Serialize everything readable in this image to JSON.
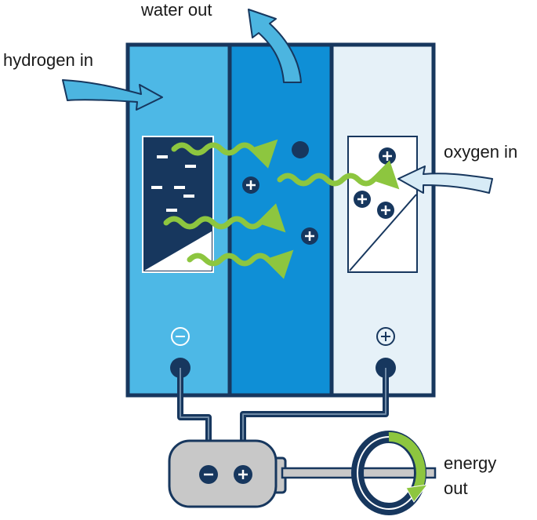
{
  "labels": {
    "hydrogen_in": "hydrogen in",
    "water_out": "water out",
    "oxygen_in": "oxygen in",
    "energy_out_line1": "energy",
    "energy_out_line2": "out"
  },
  "symbols": {
    "anode_sign": "−",
    "cathode_sign": "+",
    "motor_neg": "−",
    "motor_pos": "+"
  },
  "colors": {
    "outline": "#17375e",
    "anode": "#4db8e6",
    "electrolyte": "#0f8fd6",
    "cathode": "#e6f1f8",
    "arrow_blue": "#4cb5e0",
    "arrow_light": "#d7ebf6",
    "green": "#8dc63f",
    "motor_gray": "#c8c8c8"
  },
  "icons": [
    "electron-minus-icon",
    "proton-plus-icon",
    "water-droplet-icon",
    "flow-arrow-icon",
    "rotation-arrow-icon"
  ]
}
